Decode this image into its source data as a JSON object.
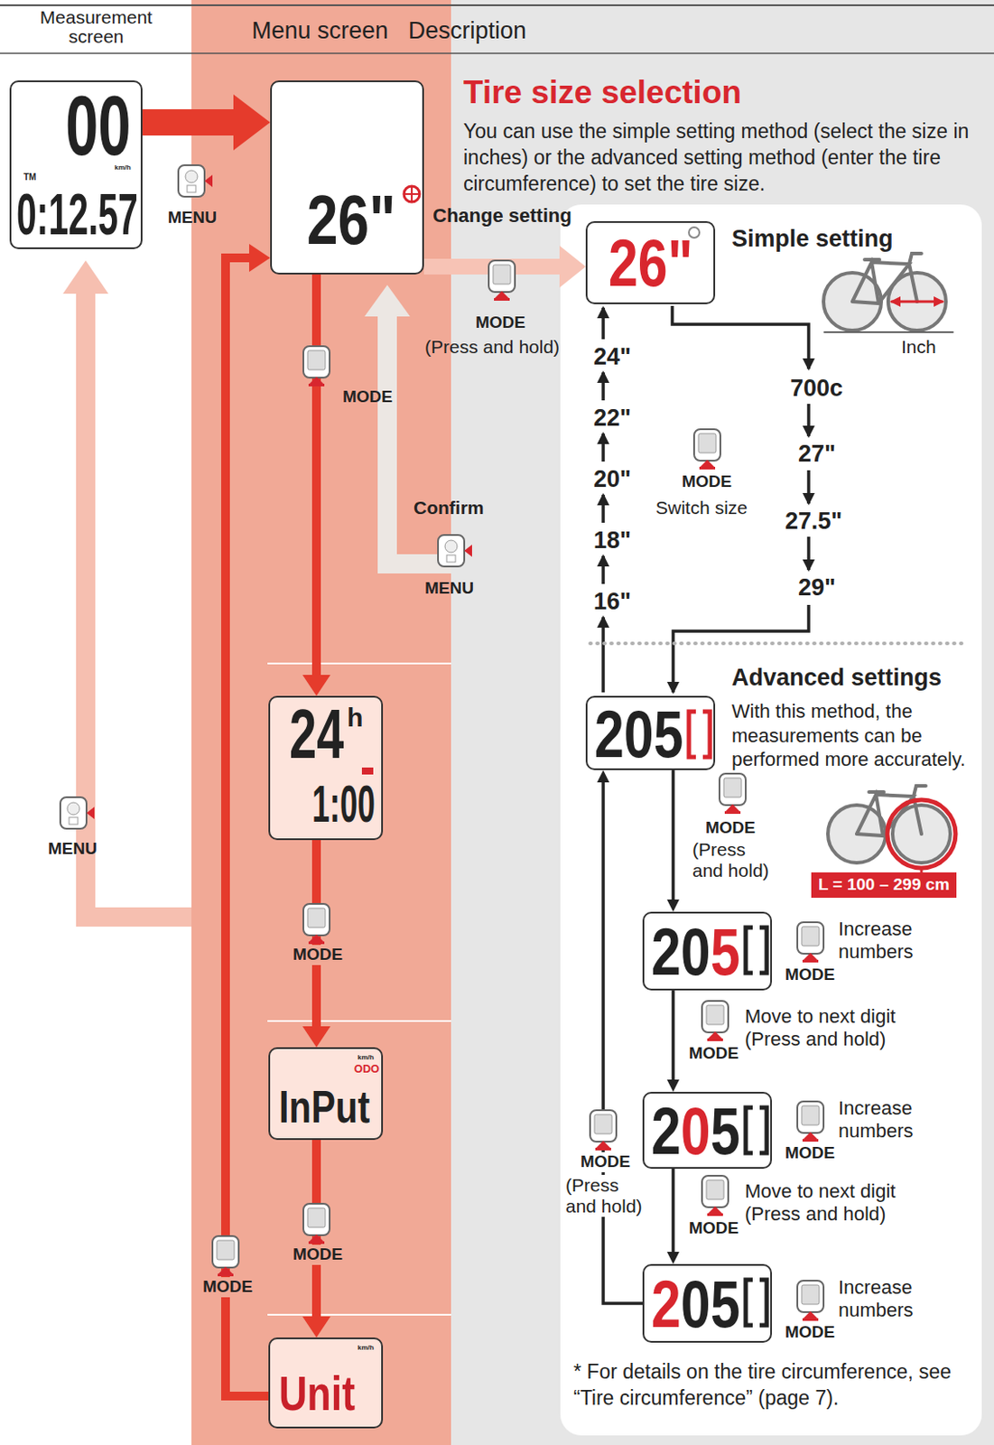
{
  "diagram": {
    "title": "Tire size selection",
    "nodes": [
      {
        "text": [
          "00",
          "km/h",
          "TM",
          "0:12.57"
        ]
      },
      {
        "text": [
          "26\""
        ]
      },
      {
        "text": [
          "24",
          "h",
          "1:00"
        ]
      },
      {
        "text": [
          "km/h",
          "ODO",
          "InPut"
        ]
      },
      {
        "text": [
          "km/h",
          "Unit"
        ]
      },
      {
        "text": [
          "26\""
        ]
      },
      {
        "text": [
          "205"
        ]
      },
      {
        "text": [
          "205"
        ]
      },
      {
        "text": [
          "205"
        ]
      },
      {
        "text": [
          "205"
        ]
      },
      {
        "text": [
          "L = 100 – 299 cm"
        ]
      }
    ],
    "edges": [
      {
        "from": 0,
        "to": 1,
        "arrow": "to"
      },
      {
        "from": 1,
        "to": 2,
        "arrow": "to"
      },
      {
        "from": 2,
        "to": 3,
        "arrow": "to"
      },
      {
        "from": 3,
        "to": 4,
        "arrow": "to"
      },
      {
        "from": 4,
        "to": 1,
        "arrow": "to"
      },
      {
        "from": 1,
        "to": 5,
        "label": "Change setting",
        "arrow": "to"
      },
      {
        "from": 6,
        "to": 7,
        "arrow": "to"
      },
      {
        "from": 7,
        "to": 8,
        "arrow": "to"
      },
      {
        "from": 8,
        "to": 9,
        "arrow": "to"
      },
      {
        "from": 9,
        "to": 6,
        "arrow": "to"
      }
    ],
    "labels": [
      "Measurement screen",
      "Menu screen",
      "Description",
      "You can use the simple setting method (select the size in inches) or the advanced setting method (enter the tire circumference) to set the tire size.",
      "MENU",
      "MODE",
      "MODE",
      "MODE",
      "MODE",
      "MENU",
      "Confirm",
      "MENU",
      "MODE",
      "(Press and hold)",
      "Simple setting",
      "Inch",
      "700c",
      "27\"",
      "27.5\"",
      "29\"",
      "24\"",
      "22\"",
      "20\"",
      "18\"",
      "16\"",
      "MODE",
      "Switch size",
      "Advanced settings",
      "With this method, the measurements can be performed more accurately.",
      "MODE",
      "(Press and hold)",
      "MODE",
      "Increase numbers",
      "Move to next digit (Press and hold)",
      "MODE",
      "Increase numbers",
      "MODE",
      "MODE",
      "(Press and hold)",
      "Move to next digit (Press and hold)",
      "MODE",
      "Increase numbers",
      "MODE",
      "* For details on the tire circumference, see “Tire circumference” (page 7)."
    ]
  }
}
